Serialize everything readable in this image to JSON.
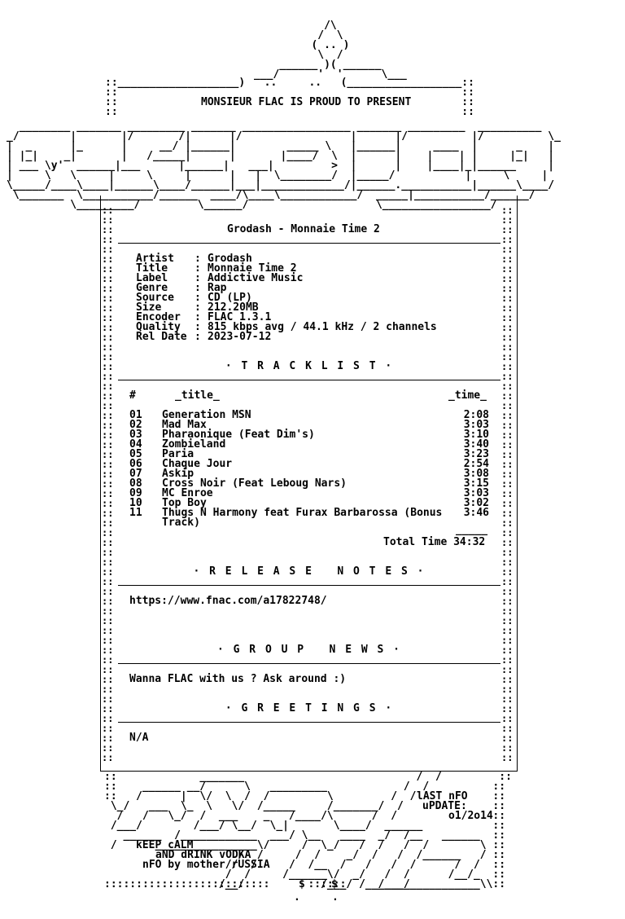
{
  "header": {
    "present_line": "MONSIEUR FLAC IS PROUD TO PRESENT"
  },
  "release": {
    "title_line": "Grodash - Monnaie Time 2",
    "fields": [
      {
        "key": "Artist",
        "value": "Grodash"
      },
      {
        "key": "Title",
        "value": "Monnaie Time 2"
      },
      {
        "key": "Label",
        "value": "Addictive Music"
      },
      {
        "key": "Genre",
        "value": "Rap"
      },
      {
        "key": "Source",
        "value": "CD (LP)"
      },
      {
        "key": "Size",
        "value": "212.20MB"
      },
      {
        "key": "Encoder",
        "value": "FLAC 1.3.1"
      },
      {
        "key": "Quality",
        "value": "815 kbps avg / 44.1 kHz / 2 channels"
      },
      {
        "key": "Rel Date",
        "value": "2023-07-12"
      }
    ]
  },
  "tracklist": {
    "heading": "· T R A C K L I S T ·",
    "col_num": "#",
    "col_title": "_title_",
    "col_time": "_time_",
    "tracks": [
      {
        "num": "01",
        "title": "Generation MSN",
        "time": "2:08"
      },
      {
        "num": "02",
        "title": "Mad Max",
        "time": "3:03"
      },
      {
        "num": "03",
        "title": "Pharaonique (Feat Dim's)",
        "time": "3:10"
      },
      {
        "num": "04",
        "title": "Zombieland",
        "time": "3:40"
      },
      {
        "num": "05",
        "title": "Paria",
        "time": "3:23"
      },
      {
        "num": "06",
        "title": "Chaque Jour",
        "time": "2:54"
      },
      {
        "num": "07",
        "title": "Askip",
        "time": "3:08"
      },
      {
        "num": "08",
        "title": "Cross Noir (Feat Leboug Nars)",
        "time": "3:15"
      },
      {
        "num": "09",
        "title": "MC Enroe",
        "time": "3:03"
      },
      {
        "num": "10",
        "title": "Top Boy",
        "time": "3:02"
      },
      {
        "num": "11",
        "title": "Thugs N Harmony feat Furax Barbarossa (Bonus Track)",
        "time": "3:46"
      }
    ],
    "total_underline": "_____",
    "total_time": "Total Time 34:32"
  },
  "release_notes": {
    "heading": "· R E L E A S E   N O T E S ·",
    "text": "https://www.fnac.com/a17822748/"
  },
  "group_news": {
    "heading": "· G R O U P   N E W S ·",
    "text": "Wanna FLAC with us ? Ask around :)"
  },
  "greetings": {
    "heading": "· G R E E T I N G S ·",
    "text": "N/A"
  },
  "footer": {
    "last_nfo": "lAST nFO",
    "update_label": "uPDATE:",
    "update_date": "o1/2o14",
    "keep_calm": "kEEP cALM",
    "drink": "aND dRINK vODKA",
    "nfo_by": "nFO by mother/rUSSIA",
    "dollar_a": "$",
    "dollar_b": "$"
  }
}
